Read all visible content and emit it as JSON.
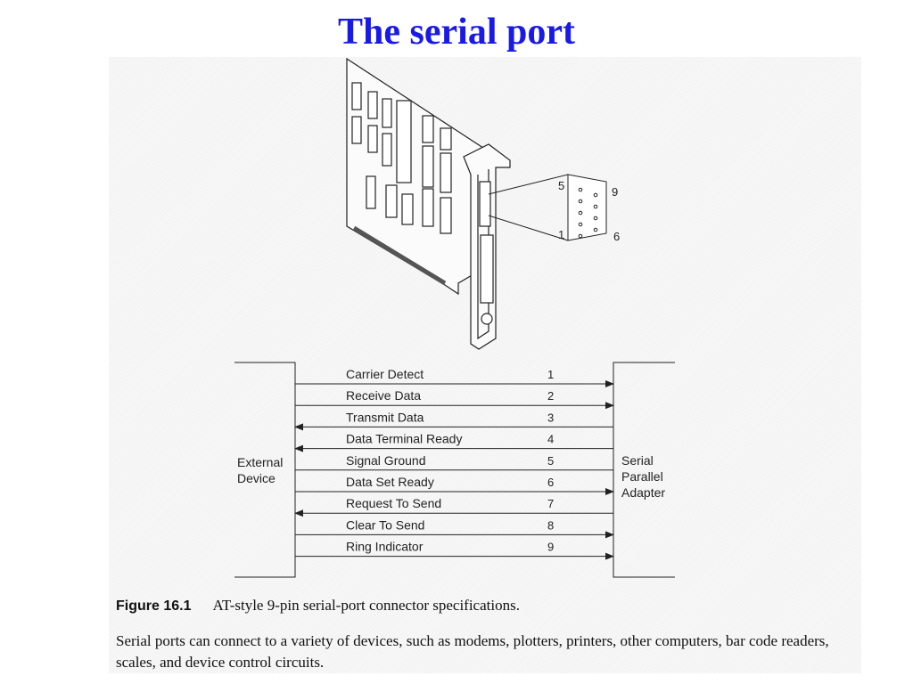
{
  "slide": {
    "title": "The serial port"
  },
  "connector": {
    "pins_top": [
      "5",
      "9"
    ],
    "pins_bottom": [
      "1",
      "6"
    ]
  },
  "diagram": {
    "left_box": [
      "External",
      "Device"
    ],
    "right_box": [
      "Serial",
      "Parallel",
      "Adapter"
    ],
    "signals": [
      {
        "label": "Carrier Detect",
        "pin": "1",
        "direction": "right"
      },
      {
        "label": "Receive Data",
        "pin": "2",
        "direction": "right"
      },
      {
        "label": "Transmit Data",
        "pin": "3",
        "direction": "left"
      },
      {
        "label": "Data Terminal Ready",
        "pin": "4",
        "direction": "left"
      },
      {
        "label": "Signal Ground",
        "pin": "5",
        "direction": "none"
      },
      {
        "label": "Data Set Ready",
        "pin": "6",
        "direction": "right"
      },
      {
        "label": "Request To Send",
        "pin": "7",
        "direction": "left"
      },
      {
        "label": "Clear To Send",
        "pin": "8",
        "direction": "right"
      },
      {
        "label": "Ring Indicator",
        "pin": "9",
        "direction": "right"
      }
    ]
  },
  "caption": {
    "figure_number": "Figure 16.1",
    "text": "AT-style 9-pin serial-port connector specifications."
  },
  "body_text": "Serial ports can connect to a variety of devices, such as modems, plotters, printers, other computers, bar code readers, scales, and device control circuits."
}
